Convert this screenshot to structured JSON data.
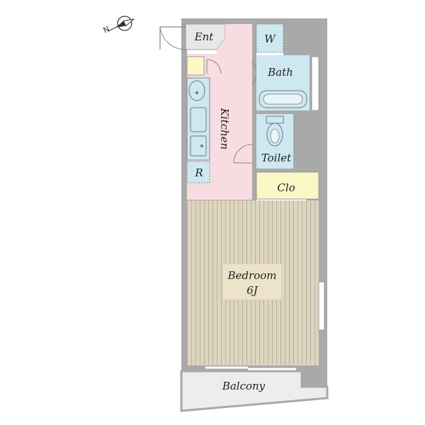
{
  "rooms": {
    "entrance": "Ent",
    "washer": "W",
    "bath": "Bath",
    "kitchen": "Kitchen",
    "toilet": "Toilet",
    "refrigerator": "R",
    "closet": "Clo",
    "bedroom": "Bedroom",
    "bedroom_size": "6J",
    "balcony": "Balcony"
  },
  "compass": {
    "north_label": "N"
  },
  "colors": {
    "wall": "#a9a9a9",
    "kitchen_floor": "#f7dce2",
    "wet_area": "#cde8f1",
    "closet": "#fbf8c6",
    "bedroom_floor": "#ddd5bf",
    "floor_lines": "#b5a990",
    "label_box": "#ede3c9",
    "balcony": "#ededed",
    "entrance_floor": "#e8e8e8"
  }
}
